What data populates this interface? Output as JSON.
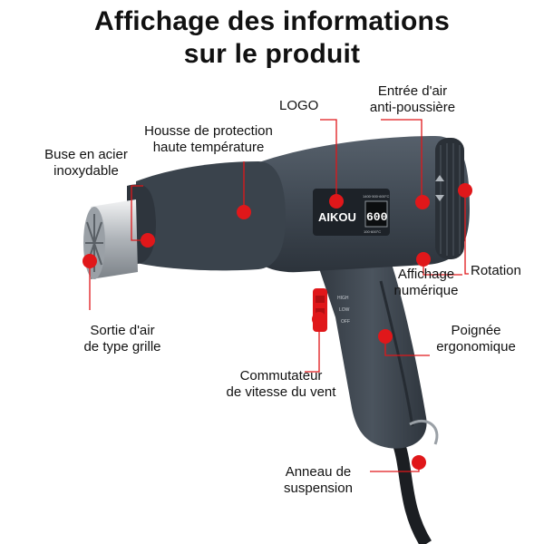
{
  "title": {
    "line1": "Affichage des informations",
    "line2": "sur le produit"
  },
  "brand": {
    "logo_text": "AIKOU",
    "display_value": "600",
    "display_top_text": "1400·500·600°C",
    "display_bottom_text": "100·600°C",
    "switch_positions": [
      "HIGH",
      "LOW",
      "OFF"
    ]
  },
  "labels": {
    "logo": "LOGO",
    "air_intake_line1": "Entrée d'air",
    "air_intake_line2": "anti-poussière",
    "housing_line1": "Housse de protection",
    "housing_line2": "haute température",
    "nozzle_line1": "Buse en acier",
    "nozzle_line2": "inoxydable",
    "rotation": "Rotation",
    "display_line1": "Affichage",
    "display_line2": "numérique",
    "grille_line1": "Sortie d'air",
    "grille_line2": "de type grille",
    "handle_line1": "Poignée",
    "handle_line2": "ergonomique",
    "switch_line1": "Commutateur",
    "switch_line2": "de vitesse du vent",
    "ring_line1": "Anneau de",
    "ring_line2": "suspension"
  },
  "colors": {
    "body": "#3f4852",
    "body_dark": "#2c333b",
    "accent_red": "#e0171a",
    "leader": "#e0171a",
    "metal": "#c9cdd1"
  }
}
